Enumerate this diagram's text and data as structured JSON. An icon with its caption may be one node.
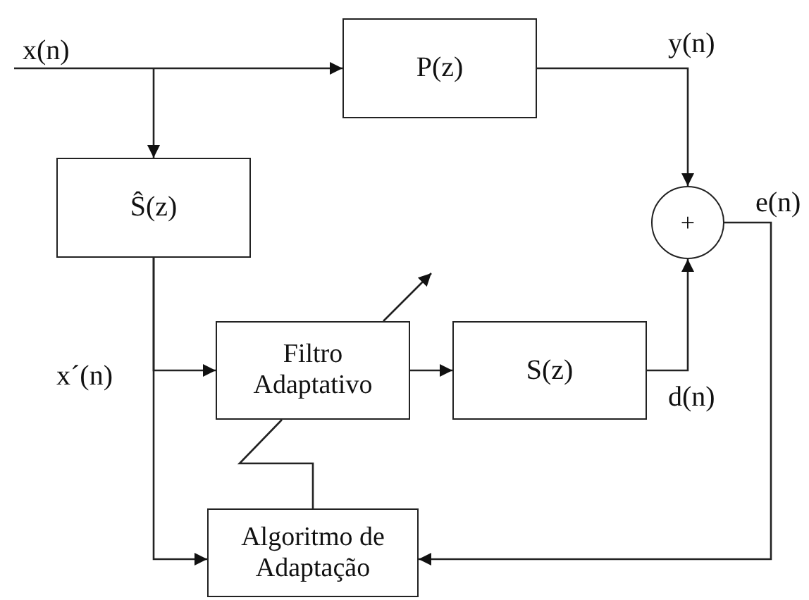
{
  "diagram": {
    "nodes": [
      {
        "text": [
          "P(z)"
        ]
      },
      {
        "text": [
          "Ŝ(z)"
        ]
      },
      {
        "text": [
          "+"
        ]
      },
      {
        "text": [
          "Filtro Adaptativo"
        ]
      },
      {
        "text": [
          "S(z)"
        ]
      },
      {
        "text": [
          "Algoritmo de Adaptação"
        ]
      },
      {
        "text": [
          "x(n)"
        ]
      }
    ],
    "edges": [
      {
        "from": 6,
        "to": 0,
        "arrow": "to"
      },
      {
        "from": 6,
        "to": 1,
        "arrow": "to"
      },
      {
        "from": 0,
        "to": 2,
        "arrow": "to"
      },
      {
        "from": 1,
        "to": 3,
        "arrow": "to"
      },
      {
        "from": 1,
        "to": 5,
        "arrow": "to"
      },
      {
        "from": 3,
        "to": 4,
        "arrow": "to"
      },
      {
        "from": 4,
        "to": 2,
        "arrow": "to"
      },
      {
        "from": 2,
        "to": 5,
        "arrow": "to"
      },
      {
        "from": 5,
        "to": 3,
        "arrow": "none"
      }
    ],
    "labels": [
      "y(n)",
      "e(n)",
      "x´(n)",
      "d(n)"
    ]
  }
}
